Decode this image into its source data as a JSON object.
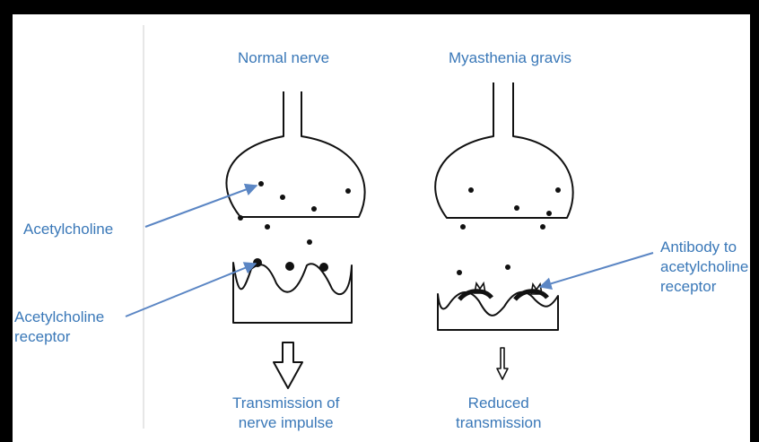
{
  "panels": {
    "normal": {
      "title": "Normal nerve",
      "outcome_line1": "Transmission of",
      "outcome_line2": "nerve impulse"
    },
    "mg": {
      "title": "Myasthenia gravis",
      "outcome_line1": "Reduced",
      "outcome_line2": "transmission"
    }
  },
  "labels": {
    "acetylcholine": "Acetylcholine",
    "receptor_line1": "Acetylcholine",
    "receptor_line2": "receptor",
    "antibody_line1": "Antibody to",
    "antibody_line2": "acetylcholine",
    "antibody_line3": "receptor"
  },
  "colors": {
    "label_text": "#3a78b8",
    "pointer_arrow": "#5b86c4",
    "drawing": "#111111",
    "frame": "#000000"
  }
}
